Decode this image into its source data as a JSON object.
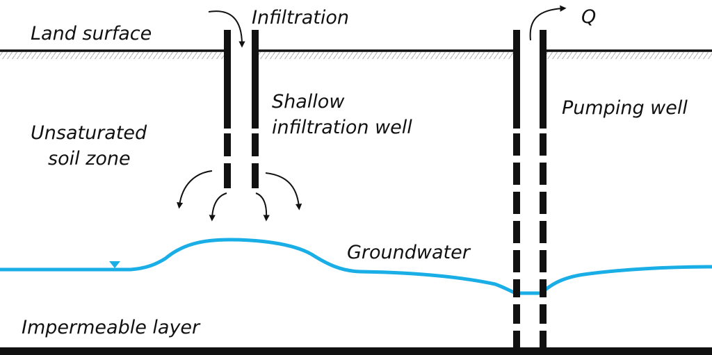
{
  "labels": {
    "land_surface": "Land surface",
    "infiltration": "Infiltration",
    "discharge": "Q",
    "unsaturated_line1": "Unsaturated",
    "unsaturated_line2": "soil zone",
    "shallow_line1": "Shallow",
    "shallow_line2": "infiltration well",
    "pumping_well": "Pumping well",
    "groundwater": "Groundwater",
    "impermeable_layer": "Impermeable layer"
  },
  "colors": {
    "groundwater": "#1aaee6",
    "ink": "#111111",
    "hatch": "#b5b5b5"
  },
  "symbols": {
    "water_table_marker": "inverted-triangle",
    "flow_arrows": "curved-arrow"
  }
}
